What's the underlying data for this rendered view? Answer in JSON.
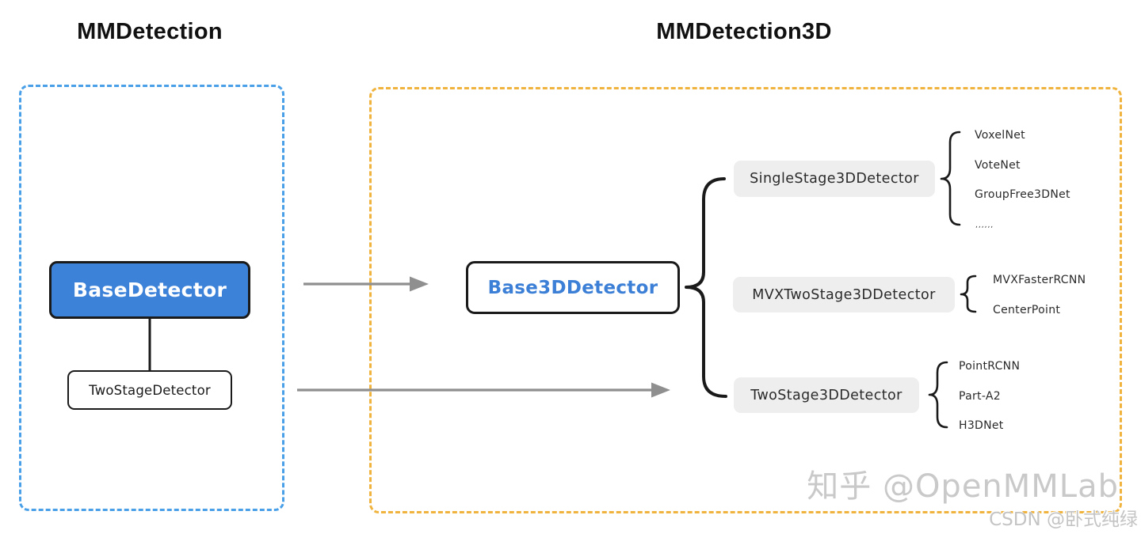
{
  "titles": {
    "left": "MMDetection",
    "right": "MMDetection3D"
  },
  "left_panel": {
    "base_label": "BaseDetector",
    "child_label": "TwoStageDetector"
  },
  "right_panel": {
    "base_label": "Base3DDetector",
    "groups": [
      {
        "label": "SingleStage3DDetector",
        "items": [
          "VoxelNet",
          "VoteNet",
          "GroupFree3DNet",
          ",,,,,,"
        ]
      },
      {
        "label": "MVXTwoStage3DDetector",
        "items": [
          "MVXFasterRCNN",
          "CenterPoint"
        ]
      },
      {
        "label": "TwoStage3DDetector",
        "items": [
          "PointRCNN",
          "Part-A2",
          "H3DNet"
        ]
      }
    ]
  },
  "watermarks": {
    "zhihu": "知乎 @OpenMMLab",
    "csdn": "CSDN @卧式纯绿"
  },
  "colors": {
    "blue_fill": "#3d82d9",
    "blue_text": "#3c7fd6",
    "blue_dash": "#4aa0e8",
    "orange_dash": "#f0b43e",
    "gray_box": "#eeeeee",
    "arrow_gray": "#8f8f8f"
  }
}
